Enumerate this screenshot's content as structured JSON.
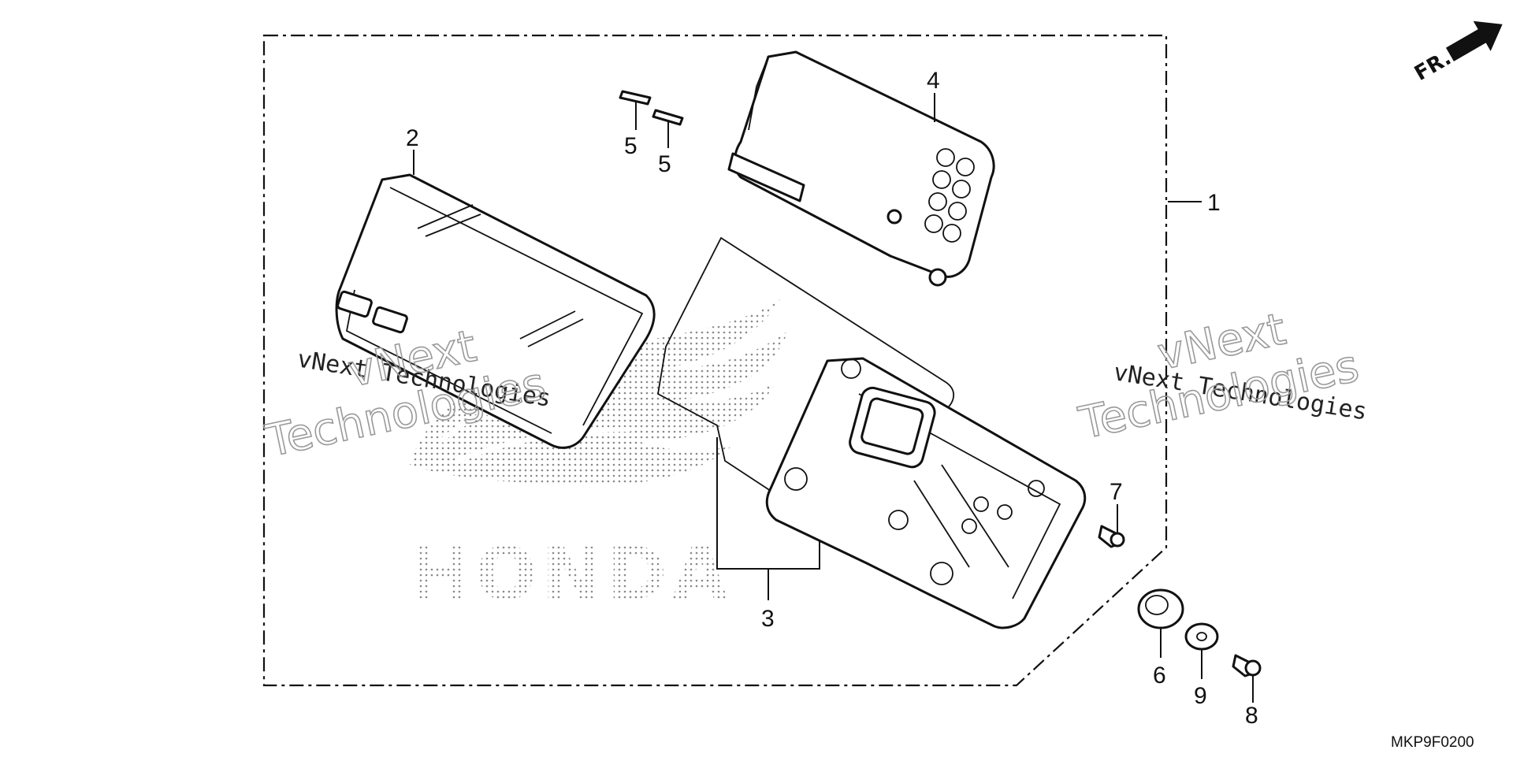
{
  "diagram": {
    "code": "MKP9F0200",
    "direction_label": "FR.",
    "callouts": {
      "c1": "1",
      "c2": "2",
      "c3": "3",
      "c4": "4",
      "c5a": "5",
      "c5b": "5",
      "c6": "6",
      "c7": "7",
      "c8": "8",
      "c9": "9"
    },
    "watermark": {
      "left_small": "vNext Technologies",
      "left_big_1": "vNext",
      "left_big_2": "Technologies",
      "right_small": "vNext Technologies",
      "right_big_1": "vNext",
      "right_big_2": "Technologies"
    },
    "logo_text": "HONDA"
  }
}
